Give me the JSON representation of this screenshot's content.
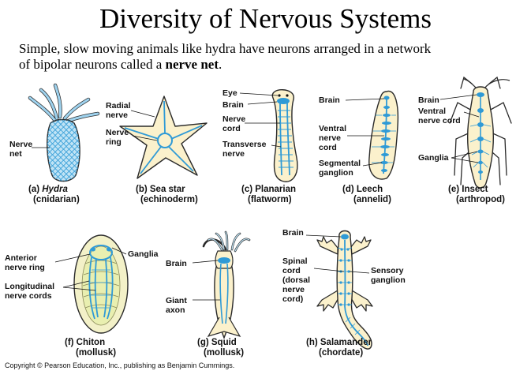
{
  "title": "Diversity of Nervous Systems",
  "intro": {
    "line1": "Simple, slow moving animals like hydra have neurons arranged in a network",
    "line2_prefix": "of bipolar neurons called a ",
    "line2_bold": "nerve net",
    "line2_suffix": "."
  },
  "panels": {
    "hydra": {
      "letter": "(a) ",
      "name": "Hydra",
      "group": "(cnidarian)",
      "labels": {
        "nerve_net_1": "Nerve",
        "nerve_net_2": "net"
      }
    },
    "seastar": {
      "name": "(b) Sea star",
      "group": "(echinoderm)",
      "labels": {
        "radial_1": "Radial",
        "radial_2": "nerve",
        "ring_1": "Nerve",
        "ring_2": "ring"
      }
    },
    "planarian": {
      "name": "(c) Planarian",
      "group": "(flatworm)",
      "labels": {
        "eye": "Eye",
        "brain": "Brain",
        "cord_1": "Nerve",
        "cord_2": "cord",
        "transverse_1": "Transverse",
        "transverse_2": "nerve"
      }
    },
    "leech": {
      "name": "(d) Leech",
      "group": "(annelid)",
      "labels": {
        "brain": "Brain",
        "ventral_1": "Ventral",
        "ventral_2": "nerve",
        "ventral_3": "cord",
        "segmental_1": "Segmental",
        "segmental_2": "ganglion"
      }
    },
    "insect": {
      "name": "(e) Insect",
      "group": "(arthropod)",
      "labels": {
        "brain": "Brain",
        "ventral_1": "Ventral",
        "ventral_2": "nerve cord",
        "ganglia": "Ganglia"
      }
    },
    "chiton": {
      "name": "(f) Chiton",
      "group": "(mollusk)",
      "labels": {
        "anterior_1": "Anterior",
        "anterior_2": "nerve ring",
        "longitudinal_1": "Longitudinal",
        "longitudinal_2": "nerve cords",
        "ganglia": "Ganglia"
      }
    },
    "squid": {
      "name": "(g) Squid",
      "group": "(mollusk)",
      "labels": {
        "brain": "Brain",
        "giant_1": "Giant",
        "giant_2": "axon"
      }
    },
    "salamander": {
      "name": "(h) Salamander",
      "group": "(chordate)",
      "labels": {
        "brain": "Brain",
        "spinal_1": "Spinal",
        "spinal_2": "cord",
        "spinal_3": "(dorsal",
        "spinal_4": "nerve",
        "spinal_5": "cord)",
        "sensory_1": "Sensory",
        "sensory_2": "ganglion"
      }
    }
  },
  "copyright": "Copyright © Pearson Education, Inc., publishing as Benjamin Cummings.",
  "colors": {
    "body": "#fbf1cc",
    "outline": "#2a2a2a",
    "nerve": "#2f9ad6",
    "nerve_light": "#9fd3ef"
  }
}
